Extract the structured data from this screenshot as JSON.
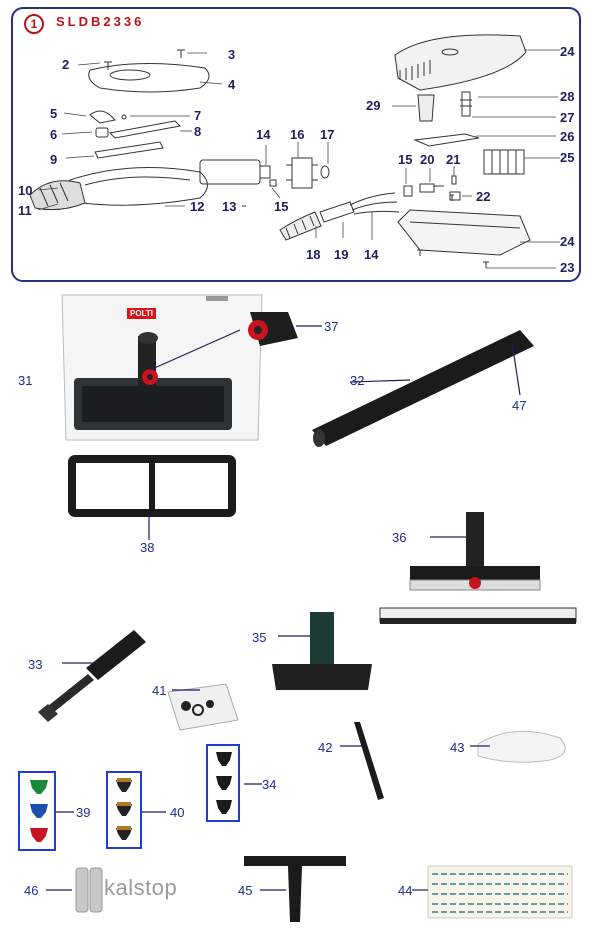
{
  "header": {
    "badge": "1",
    "model": "SLDB2336"
  },
  "diagram_labels": {
    "l1": "1",
    "l2": "2",
    "l3": "3",
    "l4": "4",
    "l5": "5",
    "l6": "6",
    "l7": "7",
    "l8": "8",
    "l9": "9",
    "l10": "10",
    "l11": "11",
    "l12": "12",
    "l13": "13",
    "l14a": "14",
    "l14b": "14",
    "l15a": "15",
    "l15b": "15",
    "l16": "16",
    "l17": "17",
    "l18": "18",
    "l19": "19",
    "l20": "20",
    "l21": "21",
    "l22": "22",
    "l23": "23",
    "l24a": "24",
    "l24b": "24",
    "l25": "25",
    "l26": "26",
    "l27": "27",
    "l28": "28",
    "l29": "29"
  },
  "accessory_labels": {
    "l31": "31",
    "l32": "32",
    "l33": "33",
    "l34": "34",
    "l35": "35",
    "l36": "36",
    "l37": "37",
    "l38": "38",
    "l39": "39",
    "l40": "40",
    "l41": "41",
    "l42": "42",
    "l43": "43",
    "l44": "44",
    "l45": "45",
    "l46": "46",
    "l47": "47"
  },
  "brand": {
    "polti": "POLTI",
    "kalstop": "kalstop"
  },
  "colors": {
    "frame": "#2a2f7a",
    "badge": "#b8141a",
    "label": "#1f1f5e",
    "highlight_box": "#1e3cd6",
    "brush_green": "#1a8a3a",
    "brush_blue": "#1c4fb0",
    "brush_red": "#c8141e",
    "brush_brass": "#b07a2a",
    "polti_red": "#d8141a"
  }
}
